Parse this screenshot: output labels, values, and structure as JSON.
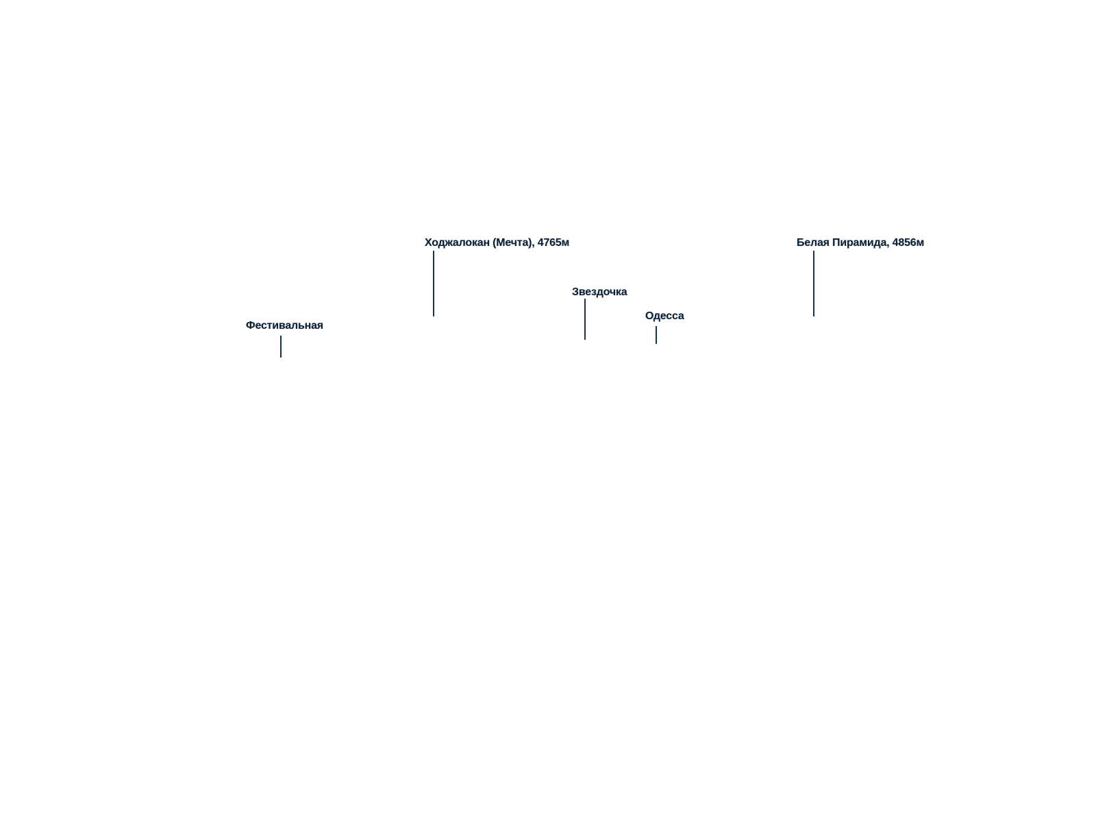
{
  "peaks": [
    {
      "label": "Фестивальная"
    },
    {
      "label": "Ходжалокан (Мечта), 4765м"
    },
    {
      "label": "Звездочка"
    },
    {
      "label": "Одесса"
    },
    {
      "label": "Белая Пирамида, 4856м"
    }
  ],
  "colors": {
    "label_text": "#0b2238",
    "leader_line": "#0f3656",
    "background": "#ffffff"
  }
}
